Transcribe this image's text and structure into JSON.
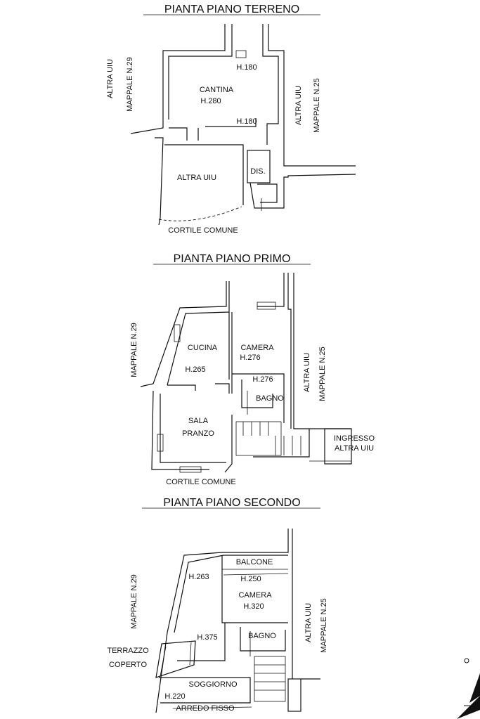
{
  "sections": [
    {
      "title": "PIANTA PIANO TERRENO",
      "labels": {
        "altra_uiu_left": "ALTRA UIU",
        "mappale_left": "MAPPALE N.29",
        "altra_uiu_right": "ALTRA UIU",
        "mappale_right": "MAPPALE N.25",
        "h180_top": "H.180",
        "cantina": "CANTINA",
        "h280": "H.280",
        "h180_bottom": "H.180",
        "altra_uiu_room": "ALTRA UIU",
        "dis": "DIS.",
        "cortile": "CORTILE COMUNE"
      }
    },
    {
      "title": "PIANTA PIANO PRIMO",
      "labels": {
        "mappale_left": "MAPPALE N.29",
        "cucina": "CUCINA",
        "h265": "H.265",
        "camera": "CAMERA",
        "h276_a": "H.276",
        "h276_b": "H.276",
        "bagno": "BAGNO",
        "sala": "SALA",
        "pranzo": "PRANZO",
        "altra_uiu_right": "ALTRA UIU",
        "mappale_right": "MAPPALE N.25",
        "ingresso": "INGRESSO",
        "ingresso_altra": "ALTRA UIU",
        "cortile": "CORTILE COMUNE"
      }
    },
    {
      "title": "PIANTA PIANO SECONDO",
      "labels": {
        "mappale_left": "MAPPALE N.29",
        "balcone": "BALCONE",
        "h263": "H.263",
        "h250": "H.250",
        "camera": "CAMERA",
        "h320": "H.320",
        "altra_uiu_right": "ALTRA UIU",
        "mappale_right": "MAPPALE N.25",
        "terrazzo": "TERRAZZO",
        "coperto": "COPERTO",
        "h375": "H.375",
        "bagno": "BAGNO",
        "soggiorno": "SOGGIORNO",
        "h220": "H.220",
        "arredo": "ARREDO FISSO"
      }
    }
  ]
}
